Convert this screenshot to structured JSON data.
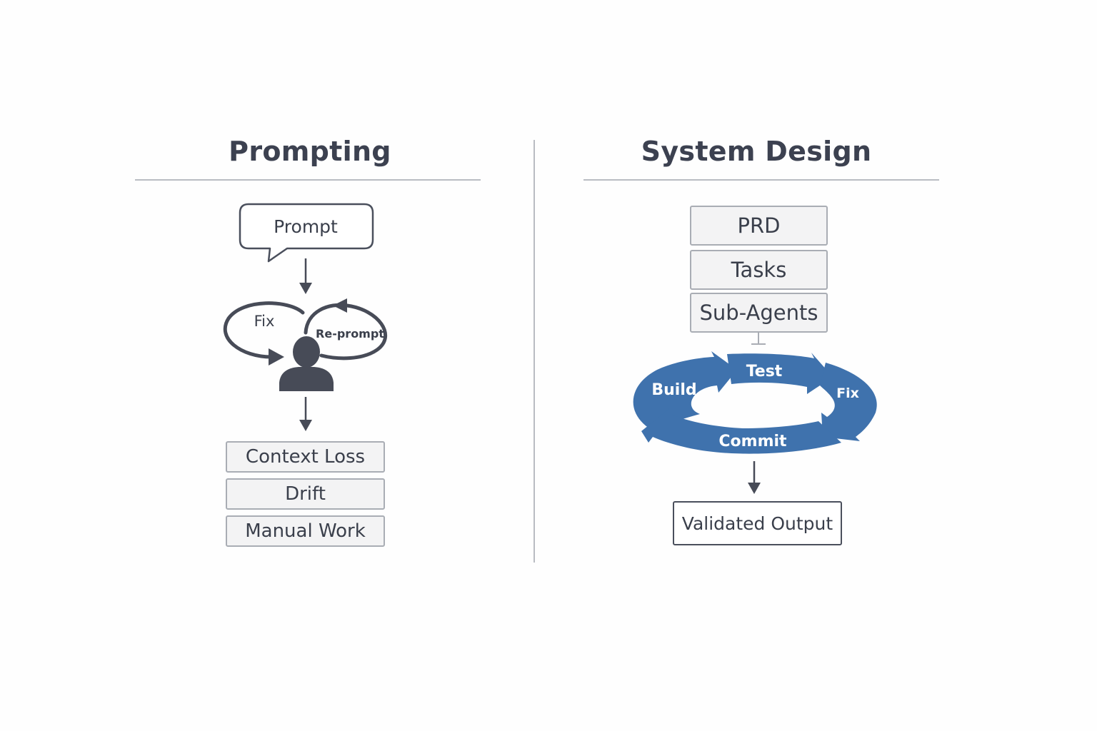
{
  "left": {
    "title": "Prompting",
    "prompt_bubble": "Prompt",
    "loop_left_label": "Fix",
    "loop_right_label": "Re-prompt",
    "outcomes": [
      "Context Loss",
      "Drift",
      "Manual Work"
    ]
  },
  "right": {
    "title": "System Design",
    "stack": [
      "PRD",
      "Tasks",
      "Sub-Agents"
    ],
    "cycle": {
      "build": "Build",
      "test": "Test",
      "fix": "Fix",
      "commit": "Commit"
    },
    "output": "Validated Output"
  },
  "colors": {
    "text": "#3c4150",
    "cycle_blue": "#3f72ad",
    "icon_dark": "#474b57",
    "box_fill": "#f3f3f4",
    "box_border": "#a9adb4"
  },
  "icons": [
    "speech-bubble",
    "person-icon",
    "cycle-arrows"
  ]
}
